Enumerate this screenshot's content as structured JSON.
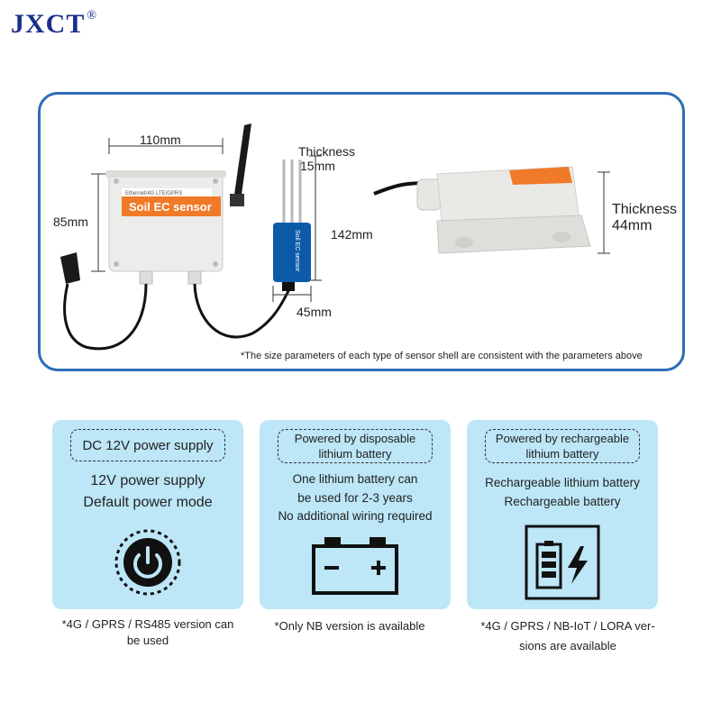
{
  "brand": {
    "name": "JXCT",
    "mark": "®"
  },
  "specs": {
    "width_dim": "110mm",
    "height_dim": "85mm",
    "probe_thickness_label": "Thickness",
    "probe_thickness_value": "15mm",
    "probe_length_dim": "142mm",
    "probe_width_dim": "45mm",
    "box_thickness_label": "Thickness",
    "box_thickness_value": "44mm",
    "device_label": "Soil EC sensor",
    "device_sublabel": "Ethernet/4G LTE/GPRS",
    "probe_label": "Soil EC sensor",
    "note": "*The size parameters of each type of sensor shell are consistent with the parameters above"
  },
  "cards": [
    {
      "title": "DC 12V power supply",
      "lines": [
        "12V power supply",
        "Default power mode"
      ],
      "icon": "power-button-icon",
      "footnote": [
        "*4G / GPRS / RS485 version can",
        "be used"
      ]
    },
    {
      "title": [
        "Powered by disposable",
        "lithium battery"
      ],
      "lines": [
        "One lithium battery can",
        "be used for 2-3 years",
        "No additional wiring required"
      ],
      "icon": "car-battery-icon",
      "footnote": [
        "*Only NB version is available"
      ]
    },
    {
      "title": [
        "Powered by rechargeable",
        "lithium battery"
      ],
      "lines": [
        "Rechargeable lithium battery",
        "Rechargeable battery"
      ],
      "icon": "charging-battery-icon",
      "footnote": [
        "*4G / GPRS / NB-IoT / LORA ver-",
        "sions are available"
      ]
    }
  ],
  "colors": {
    "brand": "#1b2f8c",
    "frame": "#2d6db8",
    "card_bg": "#bde6f7",
    "label_orange": "#f07a28"
  }
}
